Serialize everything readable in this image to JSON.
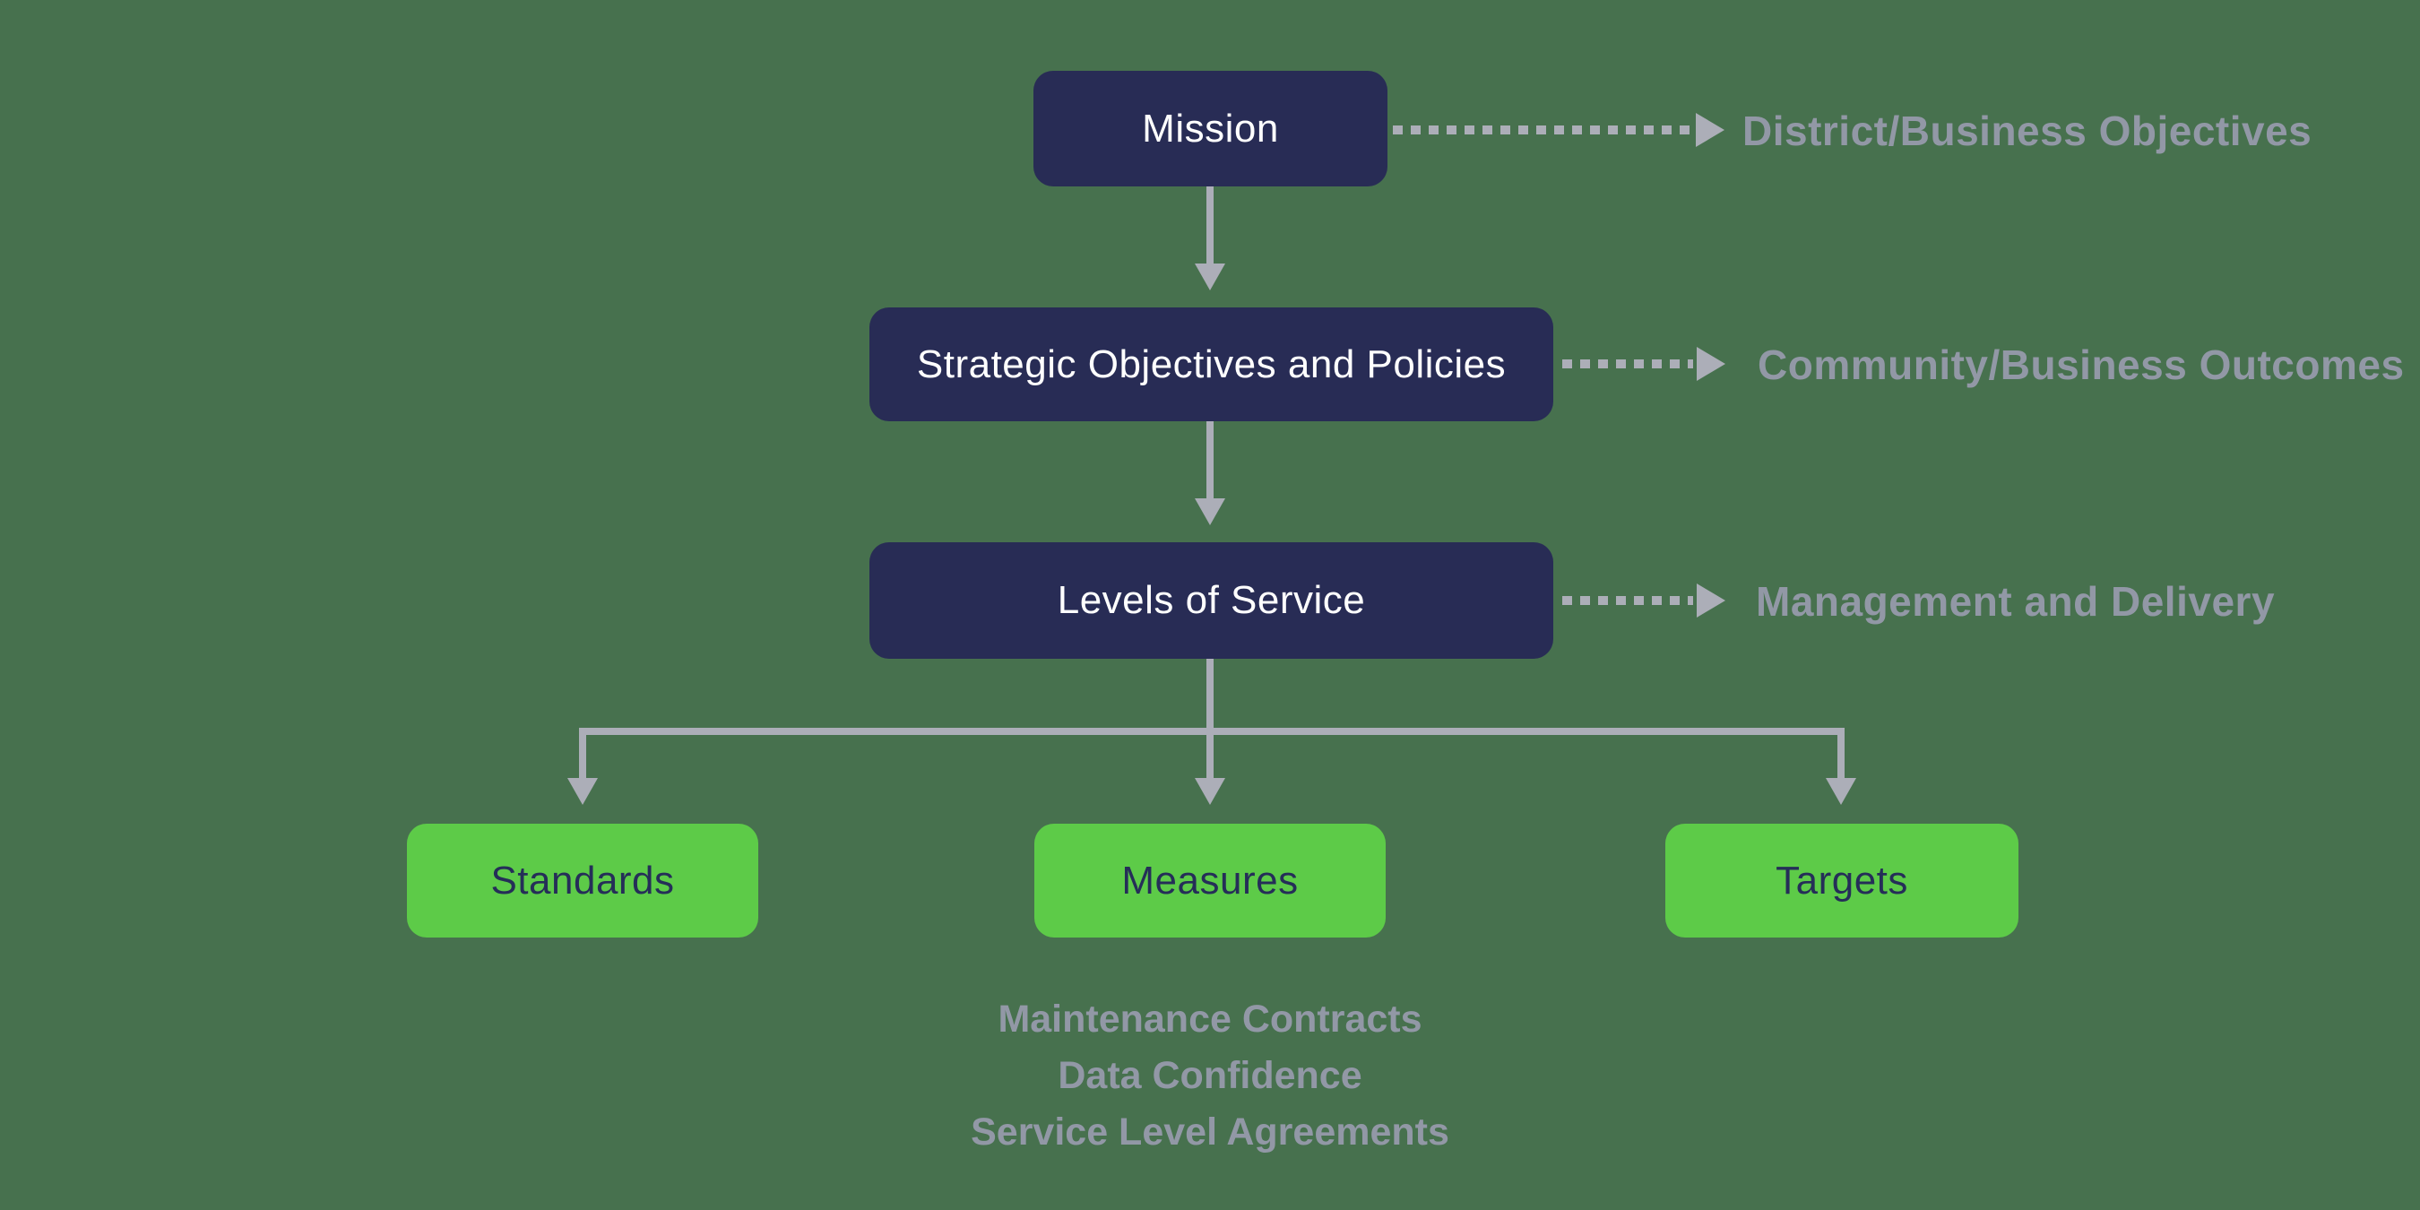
{
  "colors": {
    "bg": "#47714E",
    "navy": "#282C55",
    "green": "#5DCB48",
    "navyText": "#252E58",
    "white": "#FFFFFF",
    "gray": "#9298A6",
    "arrow": "#ACAEB8"
  },
  "nodes": {
    "mission": "Mission",
    "strategic": "Strategic Objectives and Policies",
    "levels": "Levels of Service",
    "standards": "Standards",
    "measures": "Measures",
    "targets": "Targets"
  },
  "annotations": {
    "mission": "District/Business Objectives",
    "strategic": "Community/Business Outcomes",
    "levels": "Management and Delivery"
  },
  "measures_notes": [
    "Maintenance Contracts",
    "Data Confidence",
    "Service Level Agreements"
  ]
}
